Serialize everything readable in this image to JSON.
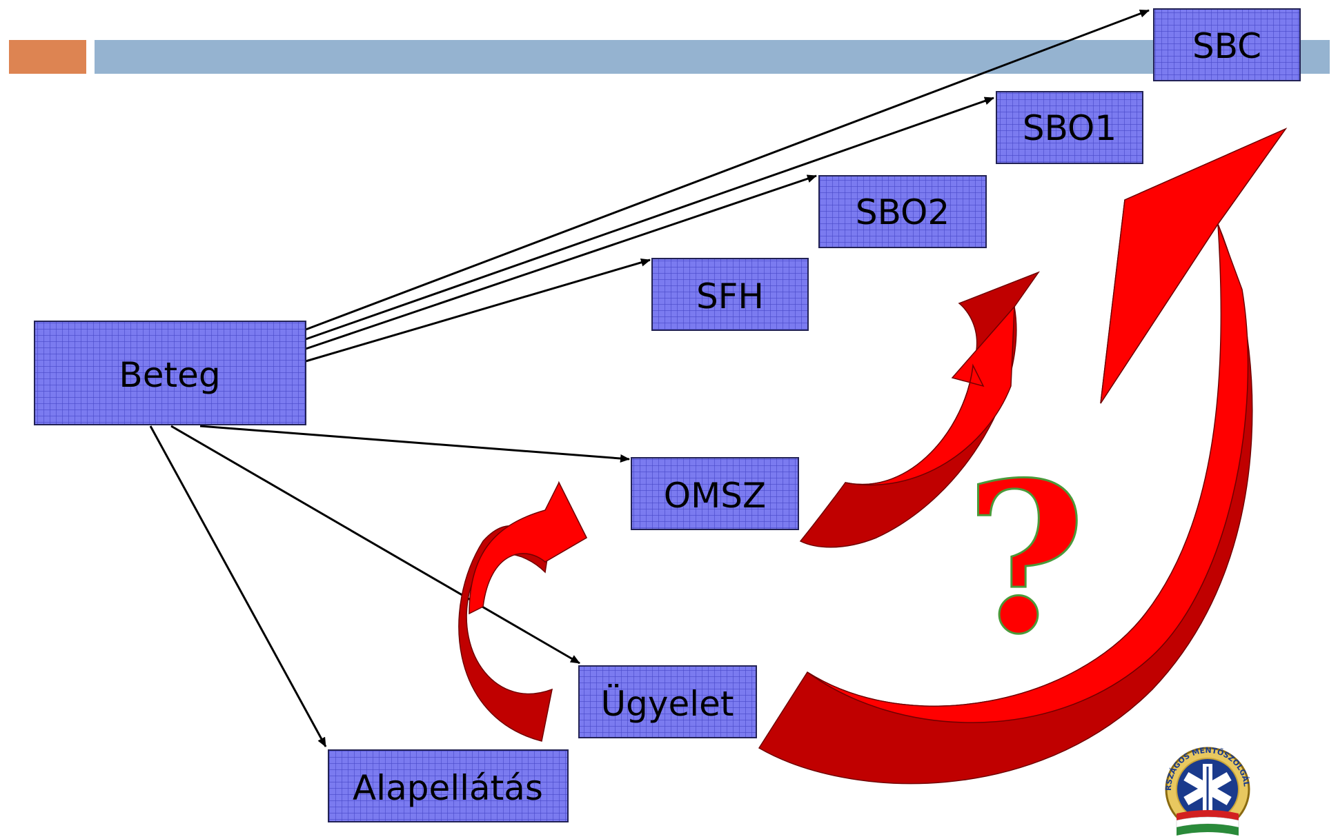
{
  "title_bar": {
    "accent_color": "#dd8452",
    "bar_color": "#95b3d0"
  },
  "nodes": {
    "beteg": "Beteg",
    "sbc": "SBC",
    "sbo1": "SBO1",
    "sbo2": "SBO2",
    "sfh": "SFH",
    "omsz": "OMSZ",
    "ugyelet": "Ügyelet",
    "alapellatas": "Alapellátás"
  },
  "question_mark": "?",
  "logo": {
    "text": "ORSZÁGOS MENTŐSZOLGÁLAT"
  },
  "colors": {
    "box_fill": "#7b7bf0",
    "box_border": "#222255",
    "arrow_line": "#000000",
    "big_arrow_fill": "#ff0000",
    "big_arrow_shade": "#c00000",
    "question_fill": "#ff0000",
    "question_stroke": "#4a9a3a"
  }
}
